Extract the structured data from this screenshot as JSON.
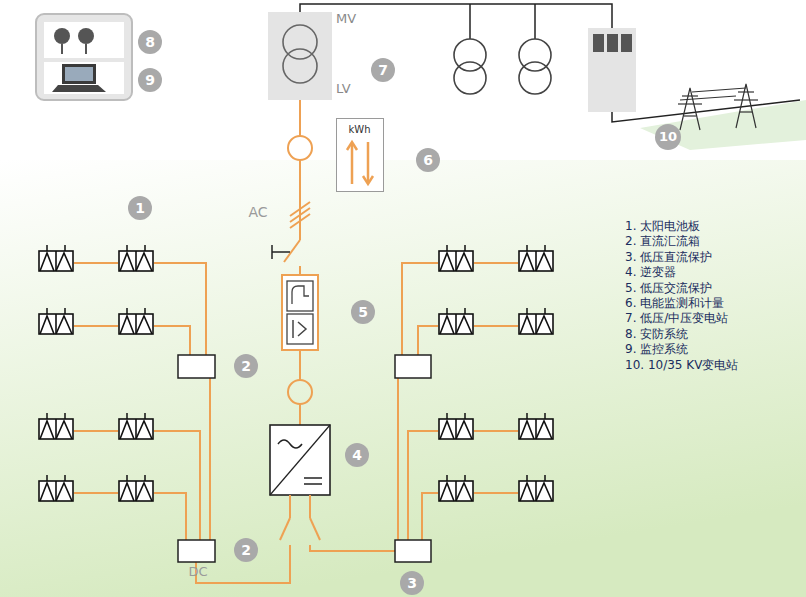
{
  "diagram": {
    "nodes": [
      {
        "text": [
          "MV",
          "LV"
        ]
      },
      {
        "text": [
          "kWh"
        ]
      }
    ],
    "labels": [
      "8",
      "9",
      "7",
      "10",
      "6",
      "1",
      "AC",
      "5",
      "2",
      "4",
      "2",
      "DC",
      "3",
      "1. 太阳电池板",
      "2. 直流汇流箱",
      "3. 低压直流保护",
      "4. 逆变器",
      "5. 低压交流保护",
      "6. 电能监测和计量",
      "7. 低压/中压变电站",
      "8. 安防系统",
      "9. 监控系统",
      "10. 10/35 KV变电站"
    ]
  }
}
